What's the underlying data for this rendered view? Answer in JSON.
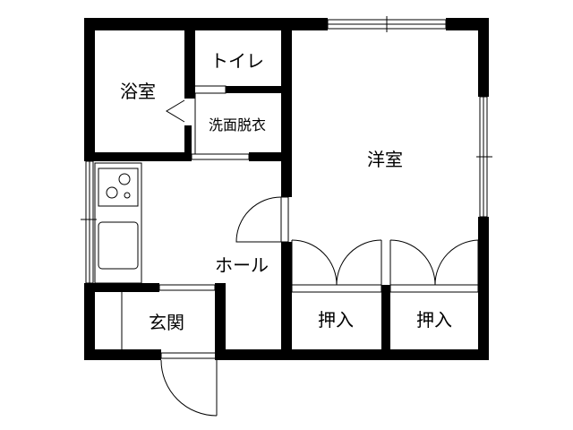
{
  "rooms": {
    "bath": "浴室",
    "toilet": "トイレ",
    "washroom": "洗面脱衣",
    "western_room": "洋室",
    "hall": "ホール",
    "entrance": "玄関",
    "closet_1": "押入",
    "closet_2": "押入"
  },
  "colors": {
    "wall": "#000000",
    "line": "#000000",
    "background": "#ffffff"
  }
}
